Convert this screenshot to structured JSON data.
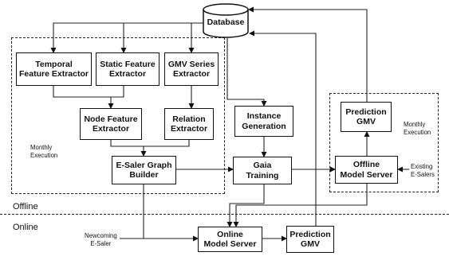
{
  "nodes": {
    "database": "Database",
    "temporal_extractor": "Temporal\nFeature Extractor",
    "static_extractor": "Static Feature\nExtractor",
    "gmv_series_extractor": "GMV Series\nExtractor",
    "node_feature_extractor": "Node Feature\nExtractor",
    "relation_extractor": "Relation\nExtractor",
    "instance_generation": "Instance\nGeneration",
    "graph_builder": "E-Saler Graph\nBuilder",
    "gaia_training": "Gaia\nTraining",
    "prediction_gmv_offline": "Prediction\nGMV",
    "offline_model_server": "Offline\nModel Server",
    "online_model_server": "Online\nModel Server",
    "prediction_gmv_online": "Prediction\nGMV"
  },
  "notes": {
    "monthly_execution_left": "Monthly\nExecution",
    "monthly_execution_right": "Monthly\nExecution",
    "existing_esalers": "Existing\nE-Salers",
    "newcoming_esaler": "Newcoming\nE-Saler"
  },
  "zones": {
    "offline": "Offline",
    "online": "Online"
  }
}
